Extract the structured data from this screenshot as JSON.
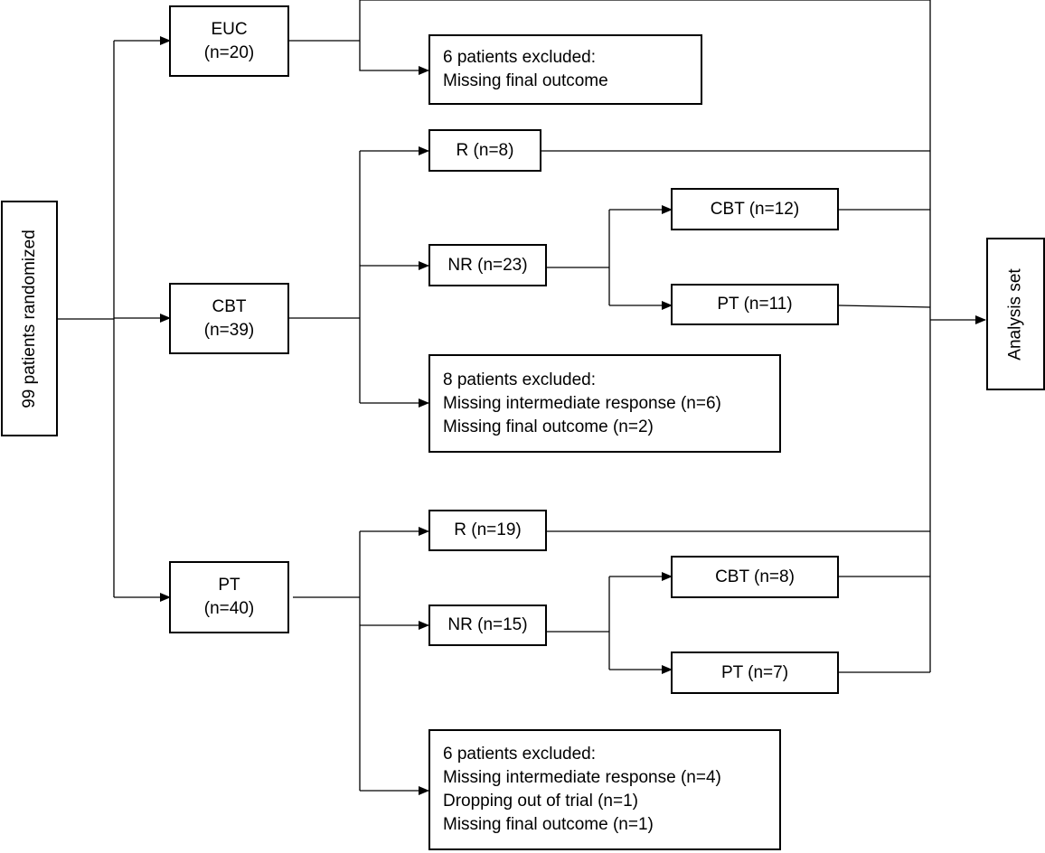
{
  "randomized": "99 patients randomized",
  "analysis": "Analysis set",
  "euc": {
    "name": "EUC",
    "count": "(n=20)"
  },
  "euc_excluded": {
    "line1": "6 patients excluded:",
    "line2": "Missing final outcome"
  },
  "cbt": {
    "name": "CBT",
    "count": "(n=39)"
  },
  "cbt_r": "R (n=8)",
  "cbt_nr": "NR (n=23)",
  "cbt_nr_cbt": "CBT (n=12)",
  "cbt_nr_pt": "PT (n=11)",
  "cbt_excluded": {
    "line1": "8 patients excluded:",
    "line2": "Missing intermediate response (n=6)",
    "line3": "Missing final outcome (n=2)"
  },
  "pt": {
    "name": "PT",
    "count": "(n=40)"
  },
  "pt_r": "R (n=19)",
  "pt_nr": "NR (n=15)",
  "pt_nr_cbt": "CBT (n=8)",
  "pt_nr_pt": "PT (n=7)",
  "pt_excluded": {
    "line1": "6 patients excluded:",
    "line2": "Missing intermediate response (n=4)",
    "line3": "Dropping out of trial (n=1)",
    "line4": "Missing final outcome (n=1)"
  }
}
